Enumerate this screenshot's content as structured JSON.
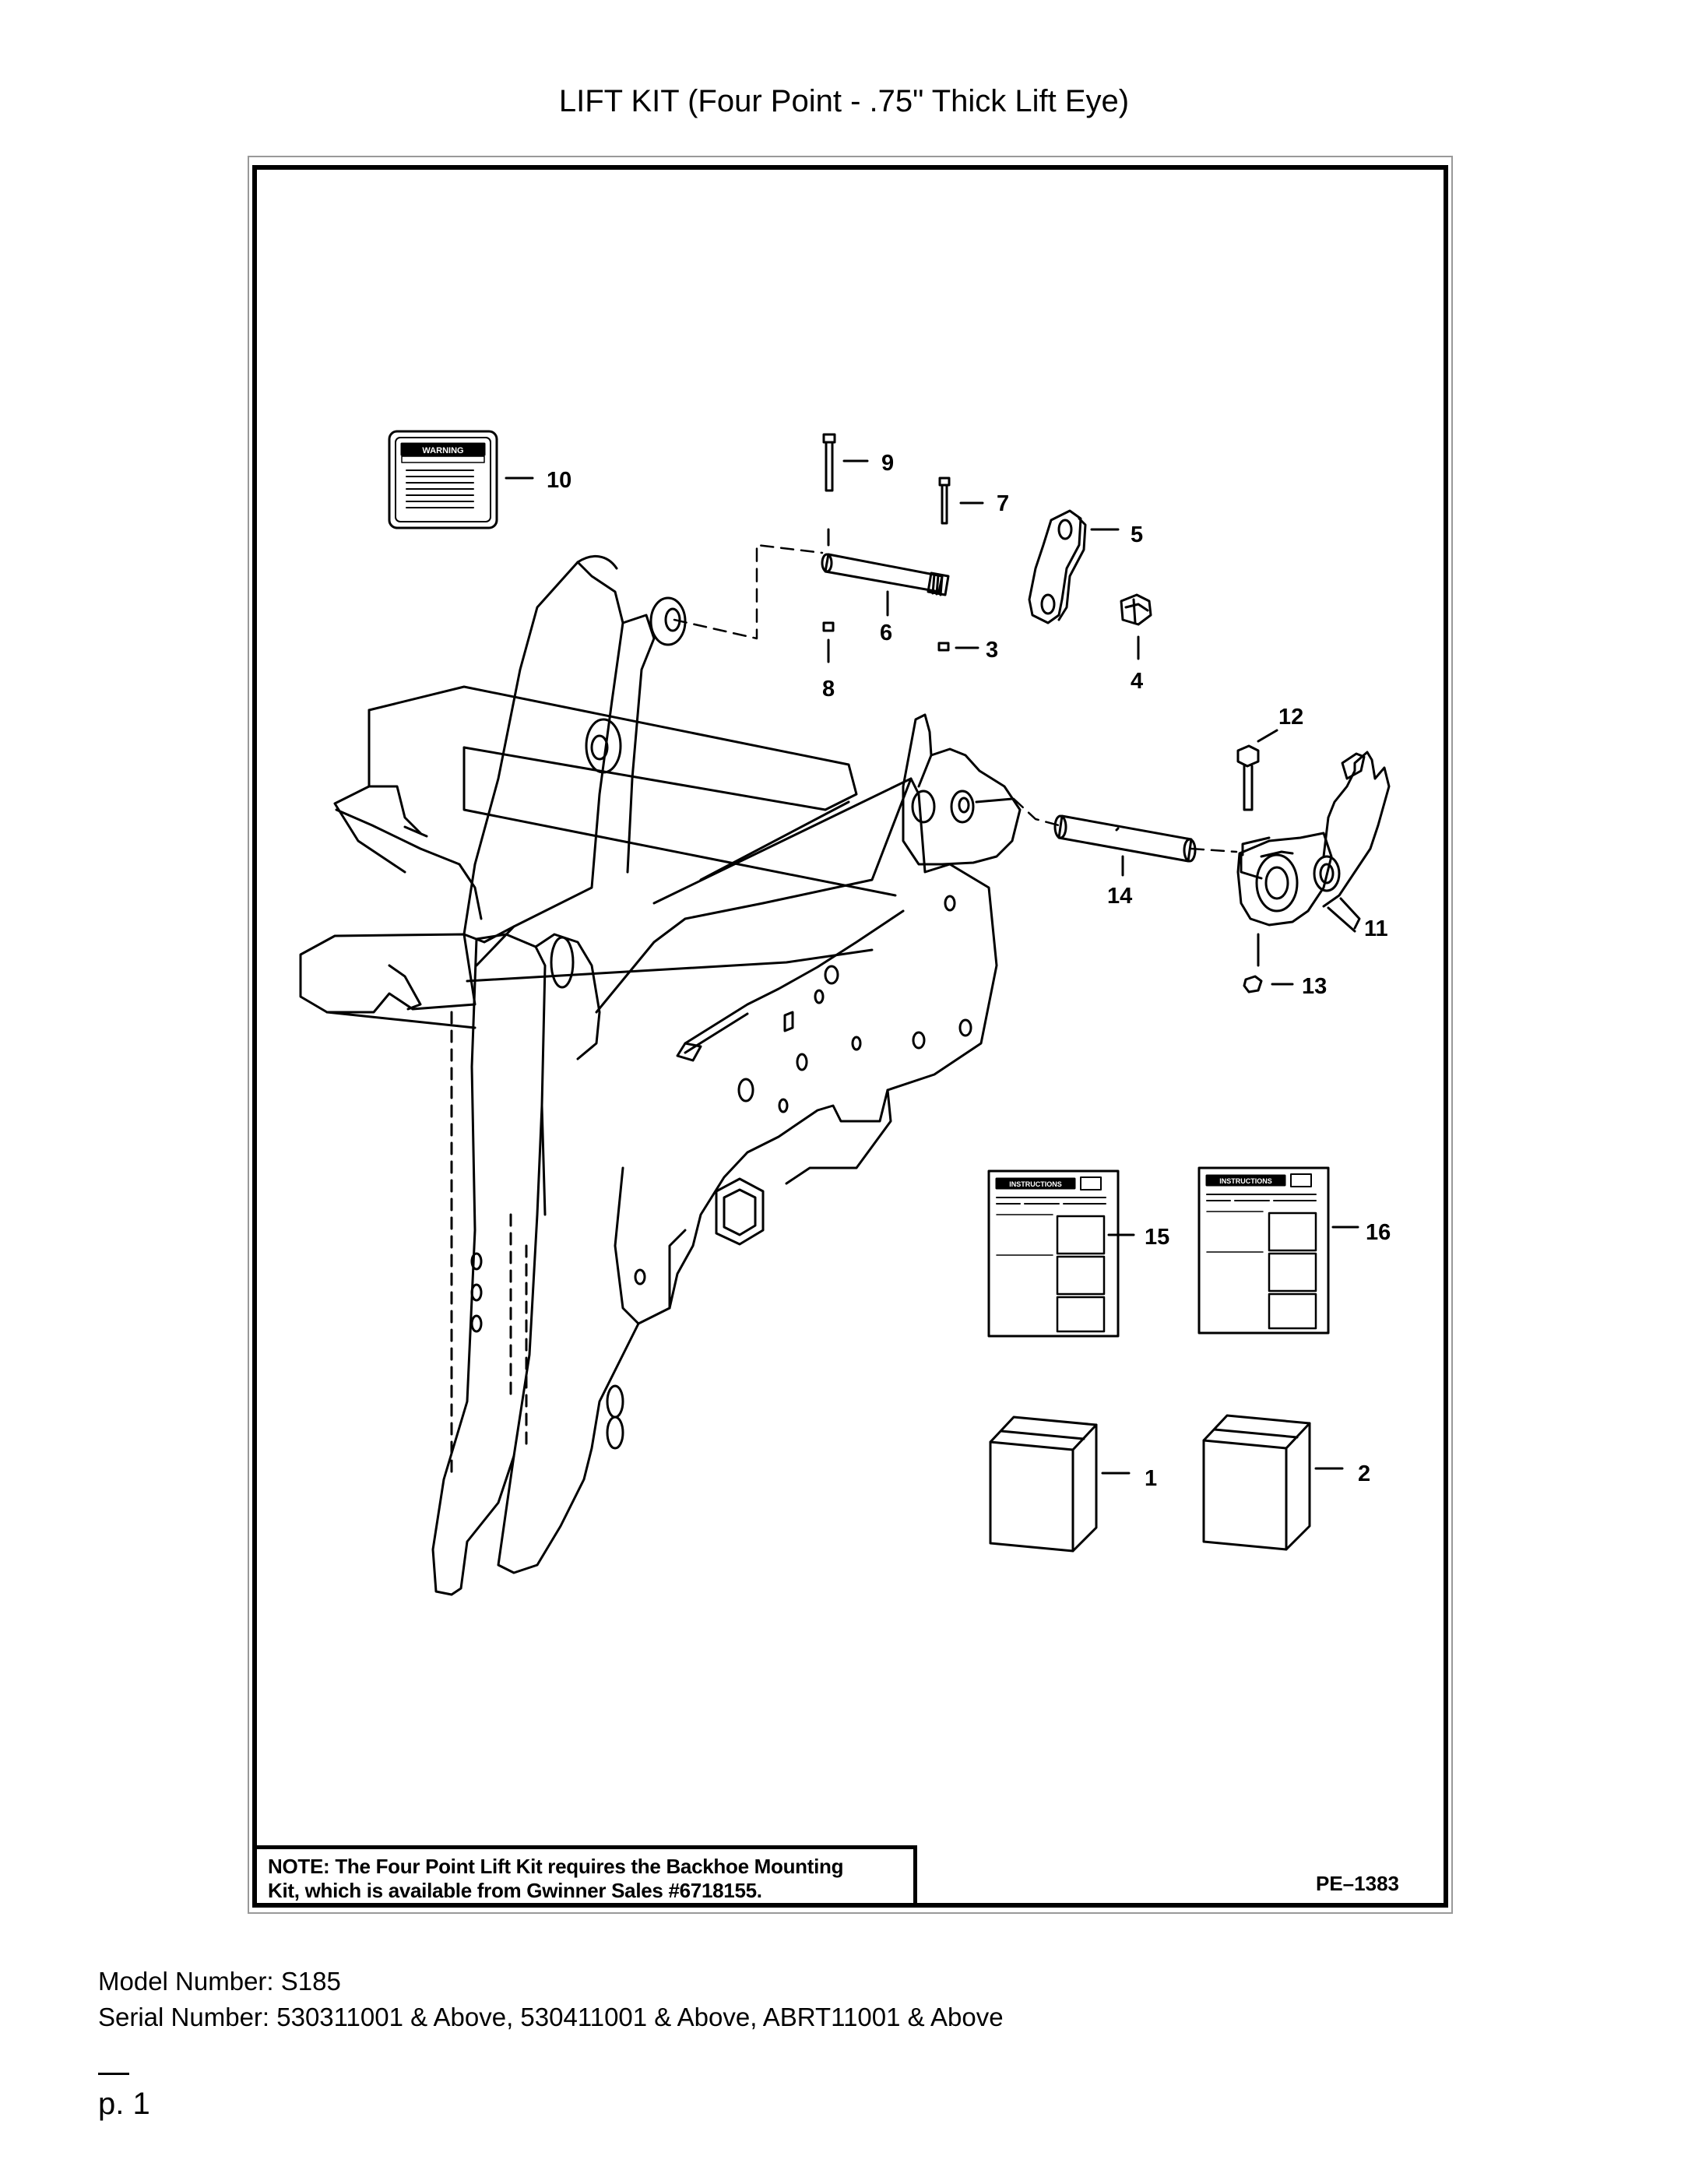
{
  "title": "LIFT KIT (Four Point - .75\" Thick Lift Eye)",
  "note": {
    "label": "NOTE:",
    "line1": "The Four Point Lift Kit requires the Backhoe Mounting",
    "line2": "Kit, which is available from Gwinner Sales #6718155."
  },
  "drawing_code": "PE–1383",
  "warning_decal": {
    "header": "WARNING"
  },
  "instructions_sheet": {
    "header": "INSTRUCTIONS"
  },
  "callouts": [
    "1",
    "2",
    "3",
    "4",
    "5",
    "6",
    "7",
    "8",
    "9",
    "10",
    "11",
    "12",
    "13",
    "14",
    "15",
    "16"
  ],
  "model": "Model Number: S185",
  "serial": "Serial Number: 530311001 & Above, 530411001 & Above, ABRT11001 & Above",
  "page": "p. 1"
}
